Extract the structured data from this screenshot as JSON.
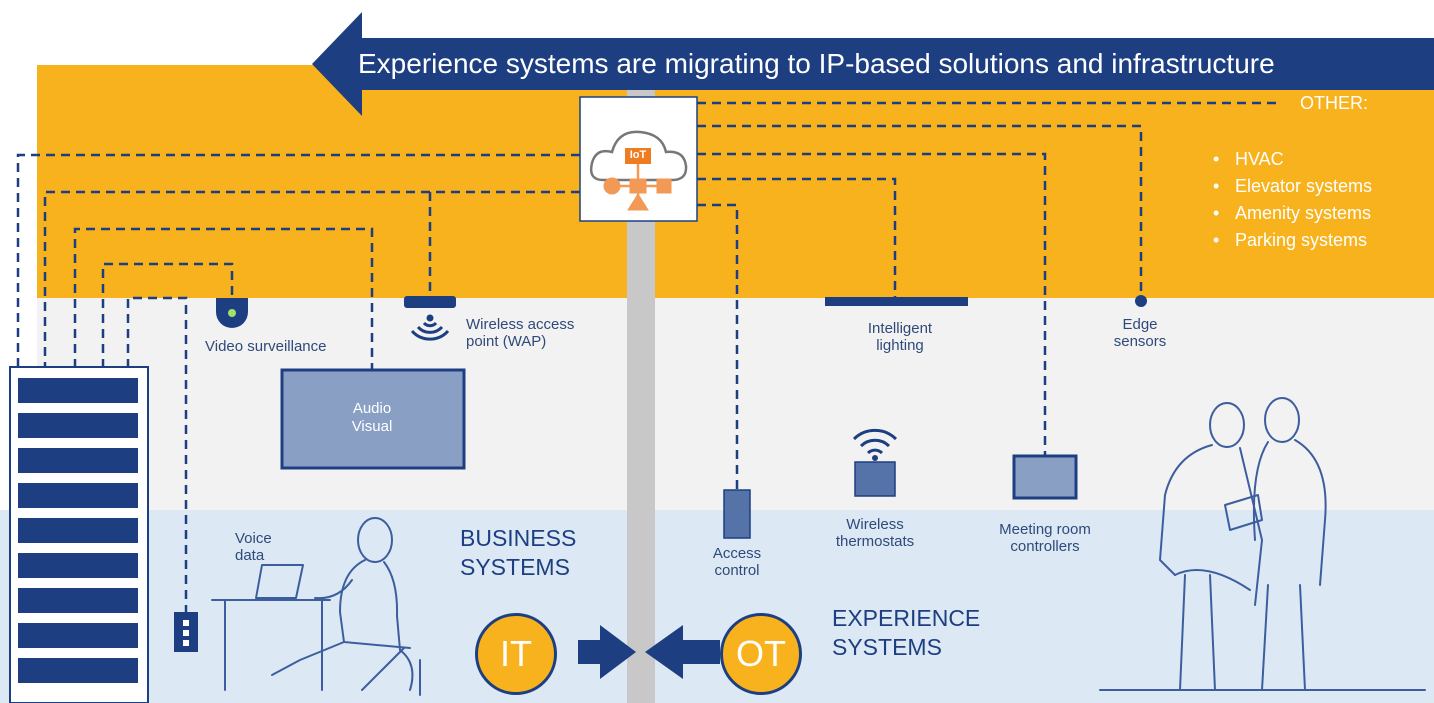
{
  "banner": {
    "text": "Experience systems are migrating to IP-based solutions and infrastructure"
  },
  "iot": {
    "badge": "IoT"
  },
  "other": {
    "title": "OTHER:",
    "items": [
      "HVAC",
      "Elevator systems",
      "Amenity systems",
      "Parking systems"
    ]
  },
  "devices": {
    "video_surveillance": "Video surveillance",
    "wap_line1": "Wireless access",
    "wap_line2": "point (WAP)",
    "audio_visual_line1": "Audio",
    "audio_visual_line2": "Visual",
    "intelligent_lighting_line1": "Intelligent",
    "intelligent_lighting_line2": "lighting",
    "edge_sensors_line1": "Edge",
    "edge_sensors_line2": "sensors",
    "voice_data_line1": "Voice",
    "voice_data_line2": "data",
    "access_control_line1": "Access",
    "access_control_line2": "control",
    "wireless_thermostats_line1": "Wireless",
    "wireless_thermostats_line2": "thermostats",
    "meeting_room_controllers_line1": "Meeting room",
    "meeting_room_controllers_line2": "controllers"
  },
  "business": {
    "line1": "BUSINESS",
    "line2": "SYSTEMS",
    "badge": "IT"
  },
  "experience": {
    "line1": "EXPERIENCE",
    "line2": "SYSTEMS",
    "badge": "OT"
  },
  "colors": {
    "orange": "#f7b21e",
    "navy": "#1d3f82",
    "light_gray": "#f2f2f2",
    "light_blue": "#dce9f5",
    "pole_gray": "#c8c8c8",
    "device_blue": "#8a9fc4"
  },
  "icons": [
    "cloud-icon",
    "camera-icon",
    "wifi-icon",
    "server-rack",
    "outlet-icon",
    "arrow-right-icon",
    "arrow-left-icon"
  ]
}
